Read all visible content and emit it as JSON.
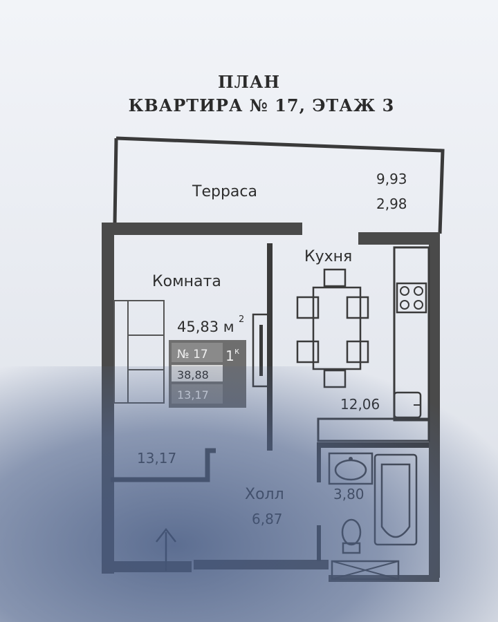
{
  "header": {
    "line1": "ПЛАН",
    "line2": "КВАРТИРА  № 17, ЭТАЖ 3"
  },
  "rooms": {
    "terrace": {
      "name": "Терраса",
      "area": "9,93",
      "area_reduced": "2,98"
    },
    "room": {
      "name": "Комната",
      "area": "13,17"
    },
    "kitchen": {
      "name": "Кухня",
      "area": "12,06"
    },
    "hall": {
      "name": "Холл",
      "area": "6,87"
    },
    "bathroom": {
      "area": "3,80"
    }
  },
  "summary": {
    "total_area": "45,83 м",
    "total_area_sup": "2",
    "apartment_number": "№ 17",
    "room_count": "1",
    "room_count_sup": "к",
    "living_area": "38,88",
    "room_area": "13,17"
  },
  "colors": {
    "wall": "#3a3a3a",
    "line": "#4a4a4a",
    "tile_dark": "#6e6e6e",
    "tile_light": "#c9c9c9"
  }
}
